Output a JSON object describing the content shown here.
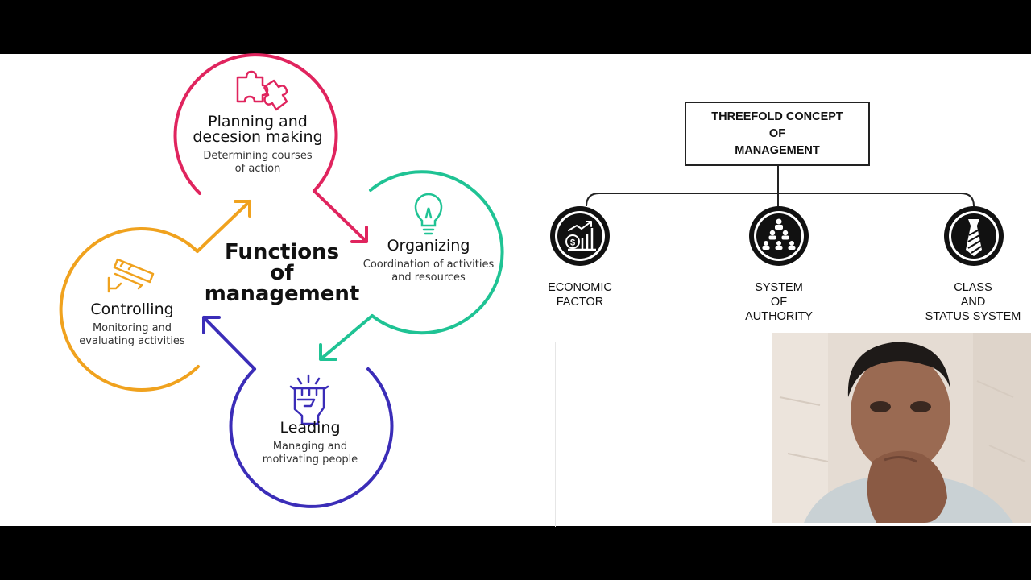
{
  "management_cycle": {
    "center_title": [
      "Functions",
      "of",
      "management"
    ],
    "stages": [
      {
        "title_lines": [
          "Planning and",
          "decesion making"
        ],
        "desc_lines": [
          "Determining courses",
          "of action"
        ],
        "color": "#e0245e",
        "icon": "puzzle-icon"
      },
      {
        "title_lines": [
          "Organizing"
        ],
        "desc_lines": [
          "Coordination of activities",
          "and resources"
        ],
        "color": "#1fc394",
        "icon": "lightbulb-icon"
      },
      {
        "title_lines": [
          "Leading"
        ],
        "desc_lines": [
          "Managing and",
          "motivating people"
        ],
        "color": "#3b2db8",
        "icon": "raised-fist-icon"
      },
      {
        "title_lines": [
          "Controlling"
        ],
        "desc_lines": [
          "Monitoring and",
          "evaluating activities"
        ],
        "color": "#f0a21e",
        "icon": "security-camera-icon"
      }
    ]
  },
  "threefold_concept": {
    "title": "THREEFOLD CONCEPT\nOF\nMANAGEMENT",
    "items": [
      {
        "label": "ECONOMIC\nFACTOR",
        "icon": "money-growth-icon"
      },
      {
        "label": "SYSTEM\nOF\nAUTHORITY",
        "icon": "hierarchy-icon"
      },
      {
        "label": "CLASS\nAND\nSTATUS  SYSTEM",
        "icon": "necktie-icon"
      }
    ]
  },
  "presenter": {
    "icon": "presenter-webcam-video"
  }
}
